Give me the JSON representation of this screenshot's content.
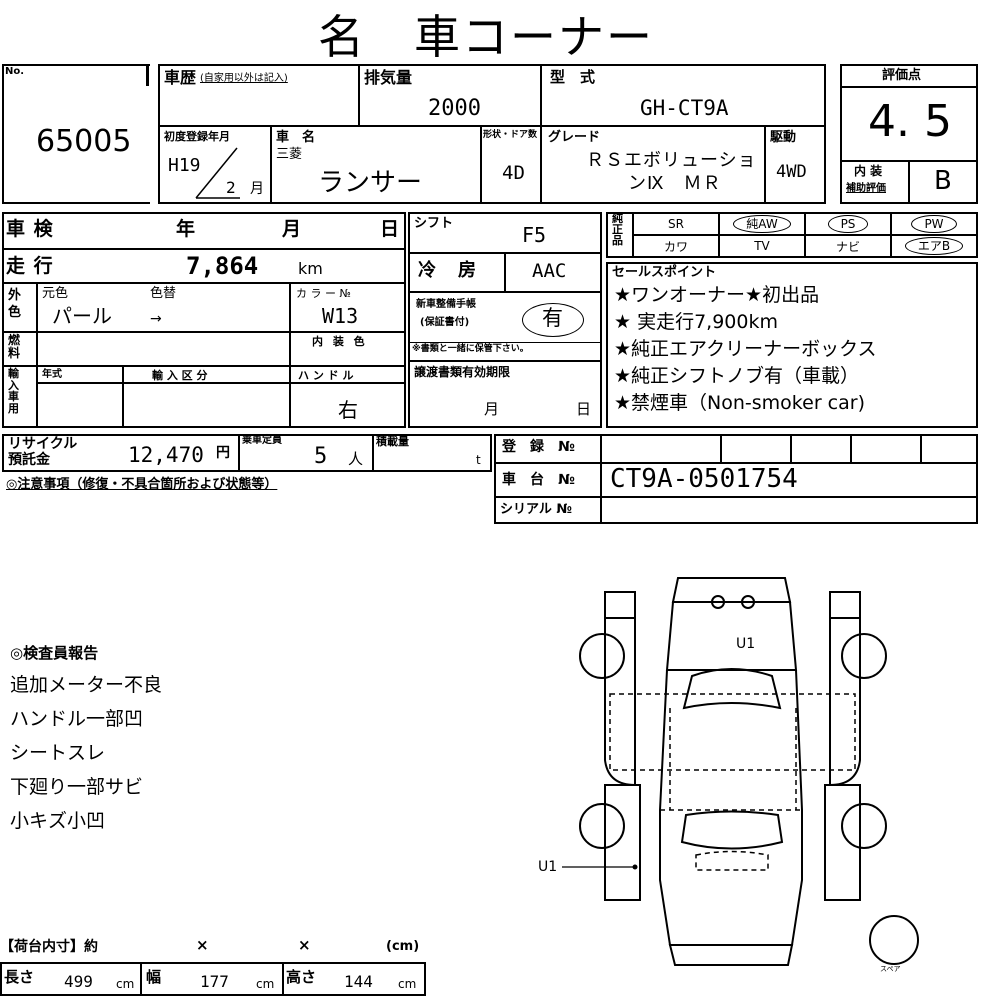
{
  "title": "名　車コーナー",
  "lot": {
    "label": "No.",
    "number": "65005"
  },
  "history": {
    "label": "車歴",
    "note": "(自家用以外は記入)"
  },
  "displacement": {
    "label": "排気量",
    "value": "2000"
  },
  "model": {
    "label": "型　式",
    "value": "GH-CT9A"
  },
  "rating": {
    "label": "評価点",
    "score": "4. 5",
    "interior_label_1": "内 装",
    "interior_label_2": "補助評価",
    "interior_value": "B"
  },
  "first_reg": {
    "label": "初度登録年月",
    "era_year": "H19",
    "month": "2",
    "month_unit": "月"
  },
  "car_name": {
    "label": "車　名",
    "maker": "三菱",
    "name": "ランサー"
  },
  "body": {
    "label": "形状・ドア数",
    "value": "4D"
  },
  "grade": {
    "label": "グレード",
    "line1": "ＲＳエボリューショ",
    "line2": "ンⅨ　ＭＲ"
  },
  "drive": {
    "label": "駆動",
    "value": "4WD"
  },
  "shaken": {
    "label": "車 検",
    "year": "年",
    "month": "月",
    "day": "日"
  },
  "shift": {
    "label": "シフト",
    "value": "F5"
  },
  "equipment": {
    "label": "純正品",
    "row1": [
      "SR",
      "純AW",
      "PS",
      "PW"
    ],
    "row2": [
      "カワ",
      "TV",
      "ナビ",
      "エアB"
    ],
    "circled": [
      "純AW",
      "PS",
      "PW",
      "エアB"
    ]
  },
  "mileage": {
    "label": "走 行",
    "value": "7,864",
    "unit": "km"
  },
  "aircon": {
    "label": "冷　房",
    "value": "AAC"
  },
  "sales": {
    "label": "セールスポイント",
    "points": [
      "★ワンオーナー★初出品",
      "★ 実走行7,900km",
      "★純正エアクリーナーボックス",
      "★純正シフトノブ有（車載）",
      "★禁煙車（Non-smoker car)"
    ]
  },
  "color": {
    "side_label": "外色",
    "orig_label": "元色",
    "change_label": "色替",
    "orig": "パール",
    "arrow": "→",
    "code_label": "カ ラ ー №",
    "code": "W13",
    "interior_label": "内 装 色"
  },
  "warranty": {
    "label1": "新車整備手帳",
    "label2": "(保証書付)",
    "value": "有",
    "note": "※書類と一緒に保管下さい。"
  },
  "fuel": {
    "label": "燃料"
  },
  "import": {
    "side_label": "輸入車用",
    "year_label": "年式",
    "kind_label": "輸 入 区 分",
    "handle_label": "ハ ン ド ル",
    "handle_value": "右"
  },
  "docs": {
    "label": "譲渡書類有効期限",
    "month": "月",
    "day": "日"
  },
  "recycle": {
    "label1": "リサイクル",
    "label2": "預託金",
    "value": "12,470",
    "unit": "円"
  },
  "capacity": {
    "label": "乗車定員",
    "value": "5",
    "unit": "人"
  },
  "load": {
    "label": "積載量",
    "unit": "t"
  },
  "reg": {
    "reg_label": "登　録　№",
    "chassis_label": "車　台　№",
    "chassis_value": "CT9A-0501754",
    "serial_label": "シリアル №"
  },
  "caution": {
    "label": "◎注意事項（修復・不具合箇所および状態等）"
  },
  "inspector": {
    "label": "◎検査員報告",
    "items": [
      "追加メーター不良",
      "ハンドル一部凹",
      "シートスレ",
      "下廻り一部サビ",
      "小キズ小凹"
    ]
  },
  "diagram": {
    "mark_top": "U1",
    "mark_side": "U1",
    "spare_label": "スペア"
  },
  "cargo": {
    "header": "【荷台内寸】約",
    "x1": "×",
    "x2": "×",
    "unit_label": "(cm)",
    "length_label": "長さ",
    "length": "499",
    "width_label": "幅",
    "width": "177",
    "height_label": "高さ",
    "height": "144",
    "unit": "cm"
  }
}
